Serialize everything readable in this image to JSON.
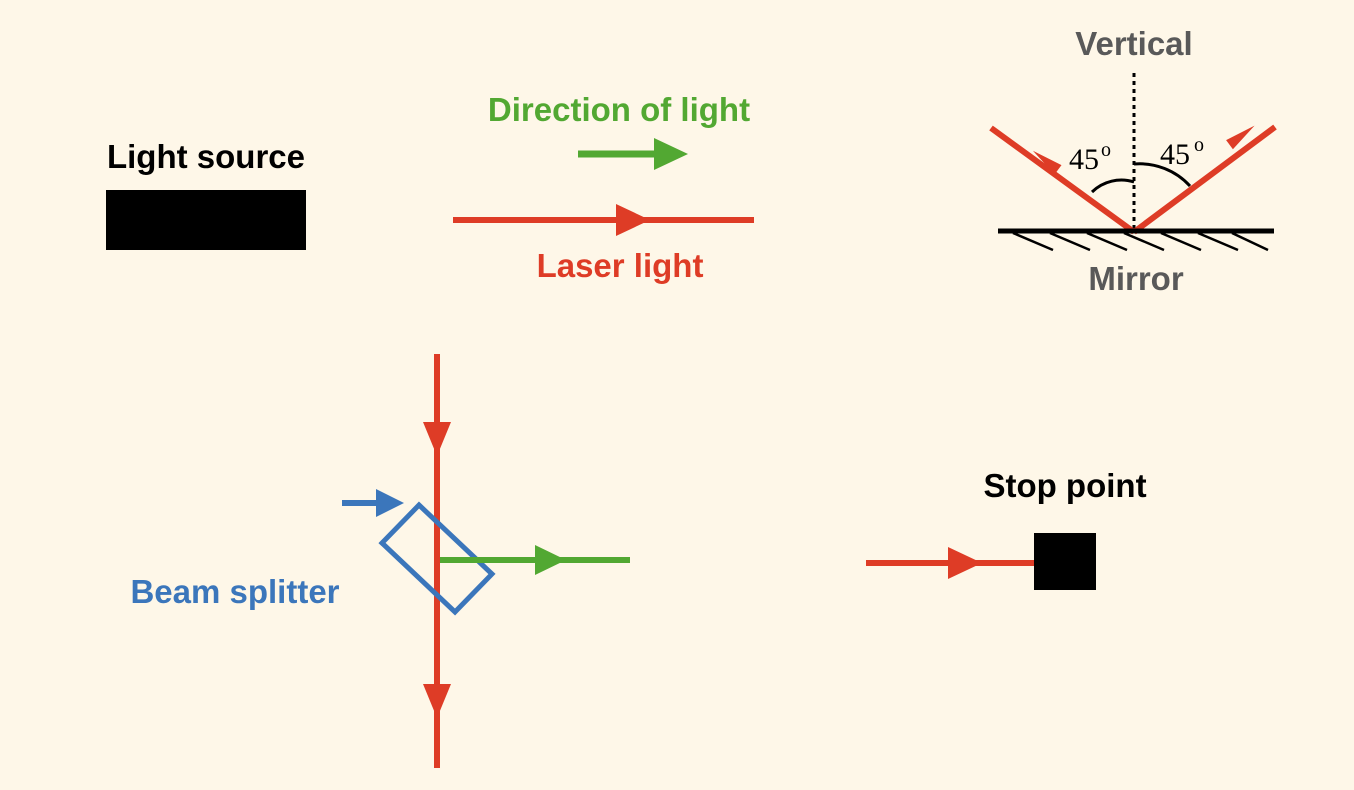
{
  "legend": {
    "light_source_label": "Light source",
    "direction_label": "Direction of light",
    "laser_label": "Laser light"
  },
  "mirror": {
    "vertical_label": "Vertical",
    "mirror_label": "Mirror",
    "angle_left_value": "45",
    "angle_left_unit": "o",
    "angle_right_value": "45",
    "angle_right_unit": "o"
  },
  "components": {
    "beam_splitter_label": "Beam splitter",
    "stop_point_label": "Stop point"
  },
  "colors": {
    "background": "#fef7e8",
    "laser": "#de3c26",
    "direction": "#52a832",
    "splitter": "#3b76bb",
    "black": "#000000",
    "muted_text": "#595959"
  }
}
